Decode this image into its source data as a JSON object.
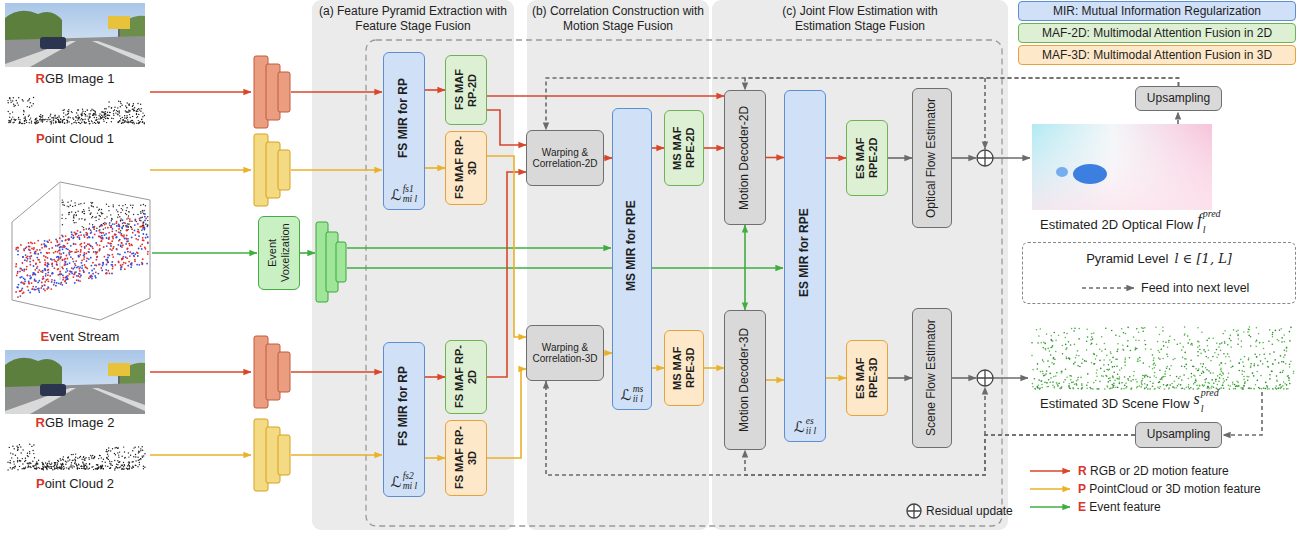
{
  "diagram": {
    "nodes": [
      {
        "text": [
          "Event Voxelization"
        ]
      },
      {
        "text": [
          "(a) Feature Pyramid Extraction with Feature Stage Fusion"
        ]
      },
      {
        "text": [
          "FS MIR for RP",
          "ℒ",
          "fs1",
          "mi l"
        ],
        "in": 1
      },
      {
        "text": [
          "FS MAF RP-2D"
        ],
        "in": 1
      },
      {
        "text": [
          "FS MAF RP-3D"
        ],
        "in": 1
      },
      {
        "text": [
          "FS MIR for RP",
          "ℒ",
          "fs2",
          "mi l"
        ],
        "in": 1
      },
      {
        "text": [
          "FS MAF RP-2D"
        ],
        "in": 1
      },
      {
        "text": [
          "FS MAF RP-3D"
        ],
        "in": 1
      },
      {
        "text": [
          "(b) Correlation Construction with Motion Stage Fusion"
        ]
      },
      {
        "text": [
          "Warping & Correlation-2D"
        ],
        "in": 8
      },
      {
        "text": [
          "Warping & Correlation-3D"
        ],
        "in": 8
      },
      {
        "text": [
          "MS MIR for RPE",
          "ℒ",
          "ms",
          "ii l"
        ],
        "in": 8
      },
      {
        "text": [
          "MS MAF RPE-2D"
        ],
        "in": 8
      },
      {
        "text": [
          "MS MAF RPE-3D"
        ],
        "in": 8
      },
      {
        "text": [
          "(c) Joint Flow Estimation with Estimation Stage Fusion"
        ]
      },
      {
        "text": [
          "Motion Decoder-2D"
        ],
        "in": 14
      },
      {
        "text": [
          "Motion Decoder-3D"
        ],
        "in": 14
      },
      {
        "text": [
          "ES MIR for RPE",
          "ℒ",
          "es",
          "ii l"
        ],
        "in": 14
      },
      {
        "text": [
          "ES MAF RPE-2D"
        ],
        "in": 14
      },
      {
        "text": [
          "ES MAF RPE-3D"
        ],
        "in": 14
      },
      {
        "text": [
          "Optical Flow Estimator"
        ],
        "in": 14
      },
      {
        "text": [
          "Scene Flow Estimator"
        ],
        "in": 14
      },
      {
        "text": [
          "Upsampling"
        ]
      },
      {
        "text": [
          "Pyramid Level",
          "l ∈ [1, L]",
          "Feed into next level"
        ]
      },
      {
        "text": [
          "Upsampling"
        ]
      }
    ],
    "edges": [
      {
        "from": 2,
        "to": 3,
        "arrow": "to"
      },
      {
        "from": 2,
        "to": 4,
        "arrow": "to"
      },
      {
        "from": 5,
        "to": 6,
        "arrow": "to"
      },
      {
        "from": 5,
        "to": 7,
        "arrow": "to"
      },
      {
        "from": 3,
        "to": 9,
        "arrow": "to"
      },
      {
        "from": 3,
        "to": 15,
        "arrow": "to"
      },
      {
        "from": 6,
        "to": 9,
        "arrow": "to"
      },
      {
        "from": 4,
        "to": 10,
        "arrow": "to"
      },
      {
        "from": 7,
        "to": 10,
        "arrow": "to"
      },
      {
        "from": 9,
        "to": 11,
        "arrow": "to"
      },
      {
        "from": 10,
        "to": 11,
        "arrow": "to"
      },
      {
        "from": 11,
        "to": 12,
        "arrow": "to"
      },
      {
        "from": 11,
        "to": 13,
        "arrow": "to"
      },
      {
        "from": 12,
        "to": 15,
        "arrow": "to"
      },
      {
        "from": 13,
        "to": 16,
        "arrow": "to"
      },
      {
        "from": 15,
        "to": 16,
        "arrow": "both"
      },
      {
        "from": 15,
        "to": 17,
        "arrow": "to"
      },
      {
        "from": 16,
        "to": 17,
        "arrow": "to"
      },
      {
        "from": 17,
        "to": 18,
        "arrow": "to"
      },
      {
        "from": 17,
        "to": 19,
        "arrow": "to"
      },
      {
        "from": 18,
        "to": 20,
        "arrow": "to"
      },
      {
        "from": 19,
        "to": 21,
        "arrow": "to"
      },
      {
        "from": 22,
        "to": 9,
        "arrow": "to"
      },
      {
        "from": 22,
        "to": 15,
        "arrow": "to"
      },
      {
        "from": 24,
        "to": 10,
        "arrow": "to"
      },
      {
        "from": 24,
        "to": 16,
        "arrow": "to"
      }
    ],
    "labels": [
      "RGB Image 1",
      "Point Cloud 1",
      "Event Stream",
      "RGB Image 2",
      "Point Cloud 2",
      "Estimated 2D Optical Flow",
      "f",
      "l",
      "pred",
      "Estimated 3D Scene Flow",
      "s",
      "l",
      "pred",
      "Residual update"
    ],
    "legend": [
      {
        "text": "MIR: Mutual Information Regularization",
        "color": "#cfe0f7"
      },
      {
        "text": "MAF-2D: Multimodal Attention Fusion in 2D",
        "color": "#ddf0d3"
      },
      {
        "text": "MAF-3D: Multimodal Attention Fusion in 3D",
        "color": "#fde8c9"
      },
      {
        "text": "R RGB or 2D motion feature"
      },
      {
        "text": "P PointCloud or 3D motion feature"
      },
      {
        "text": "E Event feature"
      }
    ]
  }
}
